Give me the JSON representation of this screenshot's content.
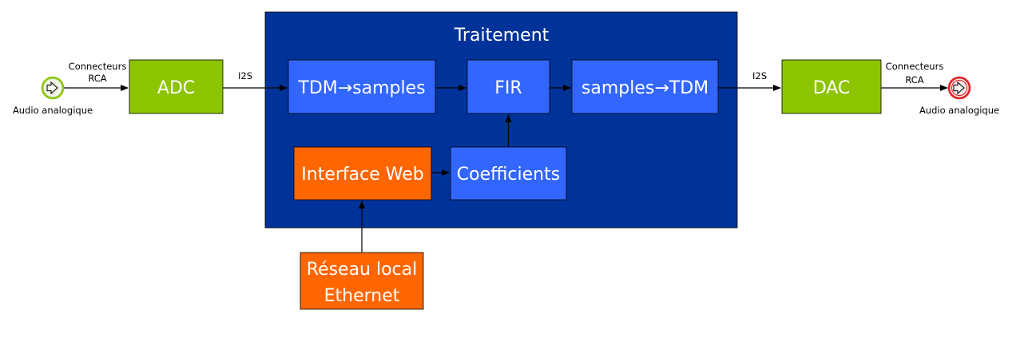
{
  "colors": {
    "container": "#00339a",
    "processing_block": "#3366ff",
    "converter_block": "#8cc400",
    "network_block": "#ff6600",
    "input_ring": "#8cc400",
    "output_ring": "#e02020"
  },
  "traitement": {
    "title": "Traitement"
  },
  "blocks": {
    "adc": "ADC",
    "dac": "DAC",
    "tdm_to_samples": "TDM→samples",
    "fir": "FIR",
    "samples_to_tdm": "samples→TDM",
    "interface_web": "Interface Web",
    "coefficients": "Coefficients",
    "reseau_line1": "Réseau local",
    "reseau_line2": "Ethernet"
  },
  "labels": {
    "connecteurs_left_1": "Connecteurs",
    "connecteurs_left_2": "RCA",
    "connecteurs_right_1": "Connecteurs",
    "connecteurs_right_2": "RCA",
    "i2s_left": "I2S",
    "i2s_right": "I2S",
    "audio_in": "Audio analogique",
    "audio_out": "Audio analogique"
  },
  "icons": {
    "input": "arrow-right-circle-icon",
    "output": "arrow-right-circle-icon"
  }
}
